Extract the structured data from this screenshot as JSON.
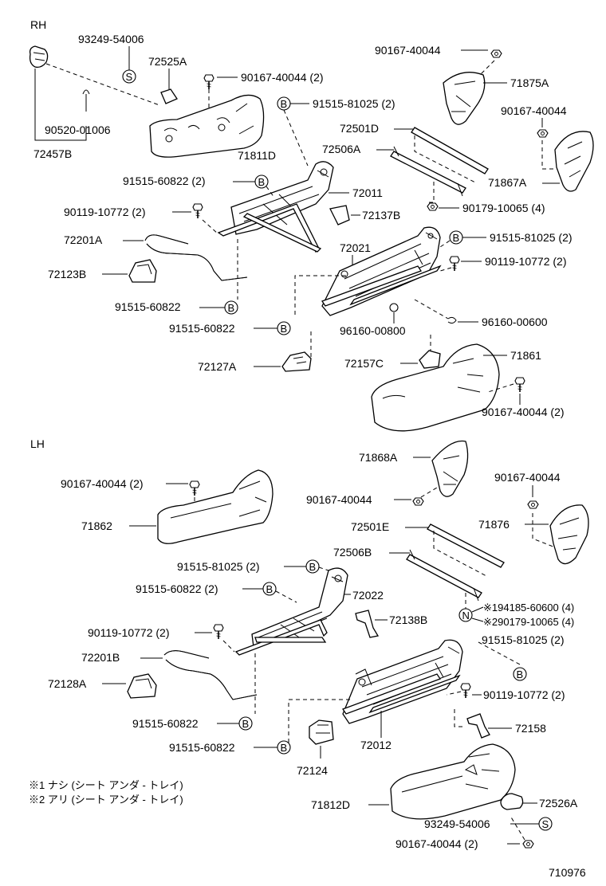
{
  "sections": {
    "rh": "RH",
    "lh": "LH"
  },
  "markers": {
    "b": "B",
    "s": "S",
    "n": "N"
  },
  "rh_labels": {
    "p93249_54006": "93249-54006",
    "p72525a": "72525A",
    "p90167_40044_2_top": "90167-40044 (2)",
    "p90520_01006": "90520-01006",
    "p72457b": "72457B",
    "p71811d": "71811D",
    "p91515_81025_2_top": "91515-81025 (2)",
    "p90167_40044_tr": "90167-40044",
    "p71875a": "71875A",
    "p90167_40044_r": "90167-40044",
    "p72501d": "72501D",
    "p72506a": "72506A",
    "p71867a": "71867A",
    "p90179_10065_4": "90179-10065 (4)",
    "p91515_60822_2": "91515-60822 (2)",
    "p72011": "72011",
    "p90119_10772_2_l": "90119-10772 (2)",
    "p72137b": "72137B",
    "p72201a": "72201A",
    "p72021": "72021",
    "p91515_81025_2_r": "91515-81025 (2)",
    "p72123b": "72123B",
    "p90119_10772_2_r": "90119-10772 (2)",
    "p91515_60822_a": "91515-60822",
    "p91515_60822_b": "91515-60822",
    "p96160_00800": "96160-00800",
    "p96160_00600": "96160-00600",
    "p72127a": "72127A",
    "p72157c": "72157C",
    "p71861": "71861",
    "p90167_40044_2_bot": "90167-40044 (2)"
  },
  "lh_labels": {
    "p71868a": "71868A",
    "p90167_40044_2": "90167-40044 (2)",
    "p90167_40044_r": "90167-40044",
    "p90167_40044_m": "90167-40044",
    "p71862": "71862",
    "p71876": "71876",
    "p72501e": "72501E",
    "p72506b": "72506B",
    "p91515_81025_2_l": "91515-81025 (2)",
    "p91515_60822_2": "91515-60822 (2)",
    "p72022": "72022",
    "p194185_60600_4": "※194185-60600 (4)",
    "p290179_10065_4": "※290179-10065 (4)",
    "p90119_10772_2_l": "90119-10772 (2)",
    "p72138b": "72138B",
    "p91515_81025_2_r": "91515-81025 (2)",
    "p72201b": "72201B",
    "p72128a": "72128A",
    "p90119_10772_2_r": "90119-10772 (2)",
    "p91515_60822_a": "91515-60822",
    "p72158": "72158",
    "p91515_60822_b": "91515-60822",
    "p72012": "72012",
    "p72124": "72124",
    "p71812d": "71812D",
    "p72526a": "72526A",
    "p93249_54006": "93249-54006",
    "p90167_40044_2_bot": "90167-40044 (2)"
  },
  "notes": {
    "note1": "※1 ナシ (シート アンダ - トレイ)",
    "note2": "※2 アリ (シート アンダ - トレイ)"
  },
  "diagram_number": "710976"
}
